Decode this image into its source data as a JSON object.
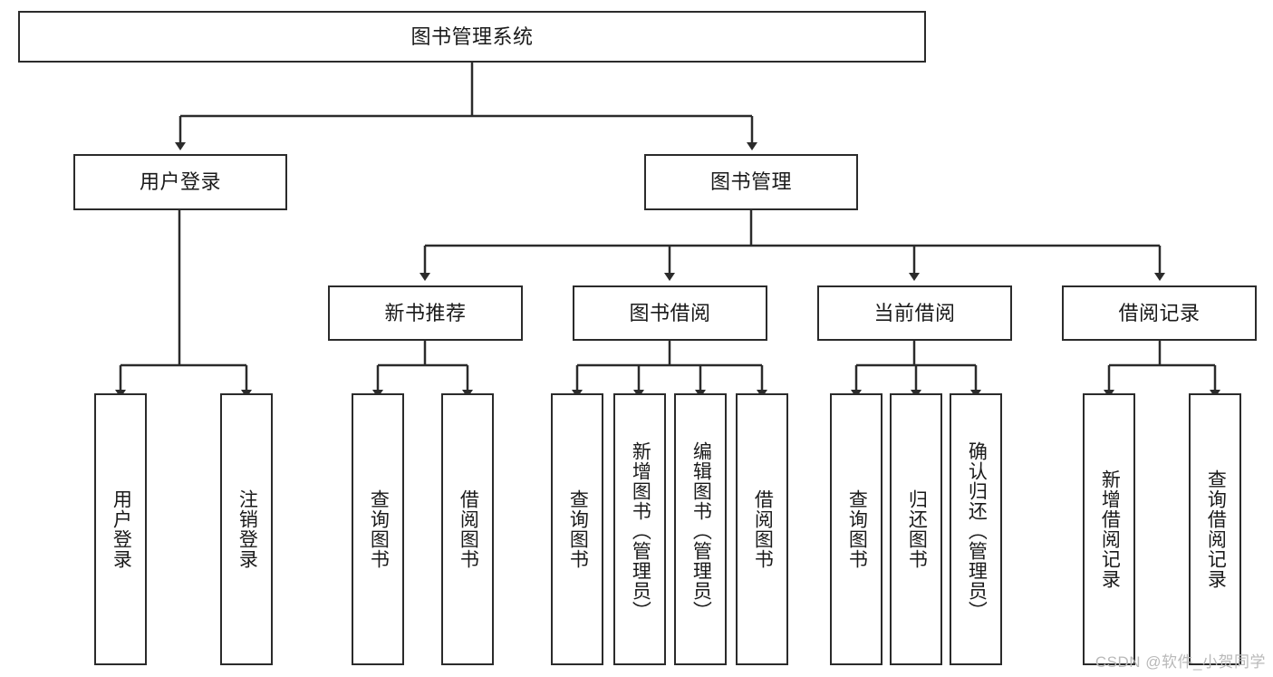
{
  "diagram": {
    "title": "图书管理系统",
    "type": "hierarchy-tree",
    "root": {
      "id": "root",
      "label": "图书管理系统"
    },
    "level2": [
      {
        "id": "user-login",
        "label": "用户登录"
      },
      {
        "id": "book-management",
        "label": "图书管理"
      }
    ],
    "level3": [
      {
        "id": "new-book-recommend",
        "label": "新书推荐",
        "parent": "book-management"
      },
      {
        "id": "book-borrow",
        "label": "图书借阅",
        "parent": "book-management"
      },
      {
        "id": "current-borrow",
        "label": "当前借阅",
        "parent": "book-management"
      },
      {
        "id": "borrow-record",
        "label": "借阅记录",
        "parent": "book-management"
      }
    ],
    "leaves": [
      {
        "id": "leaf-user-login",
        "label": "用户登录",
        "parent": "user-login"
      },
      {
        "id": "leaf-logout",
        "label": "注销登录",
        "parent": "user-login"
      },
      {
        "id": "leaf-query-book-1",
        "label": "查询图书",
        "parent": "new-book-recommend"
      },
      {
        "id": "leaf-borrow-book-1",
        "label": "借阅图书",
        "parent": "new-book-recommend"
      },
      {
        "id": "leaf-query-book-2",
        "label": "查询图书",
        "parent": "book-borrow"
      },
      {
        "id": "leaf-add-book",
        "label": "新增图书（管理员）",
        "parent": "book-borrow"
      },
      {
        "id": "leaf-edit-book",
        "label": "编辑图书（管理员）",
        "parent": "book-borrow"
      },
      {
        "id": "leaf-borrow-book-2",
        "label": "借阅图书",
        "parent": "book-borrow"
      },
      {
        "id": "leaf-query-book-3",
        "label": "查询图书",
        "parent": "current-borrow"
      },
      {
        "id": "leaf-return-book",
        "label": "归还图书",
        "parent": "current-borrow"
      },
      {
        "id": "leaf-confirm-return",
        "label": "确认归还（管理员）",
        "parent": "current-borrow"
      },
      {
        "id": "leaf-add-record",
        "label": "新增借阅记录",
        "parent": "borrow-record"
      },
      {
        "id": "leaf-query-record",
        "label": "查询借阅记录",
        "parent": "borrow-record"
      }
    ],
    "colors": {
      "stroke": "#2b2b2b",
      "fill": "#ffffff",
      "text": "#1a1a1a",
      "watermark": "#b9b9b9"
    }
  },
  "watermark": {
    "text": "CSDN @软件_小贺同学"
  }
}
